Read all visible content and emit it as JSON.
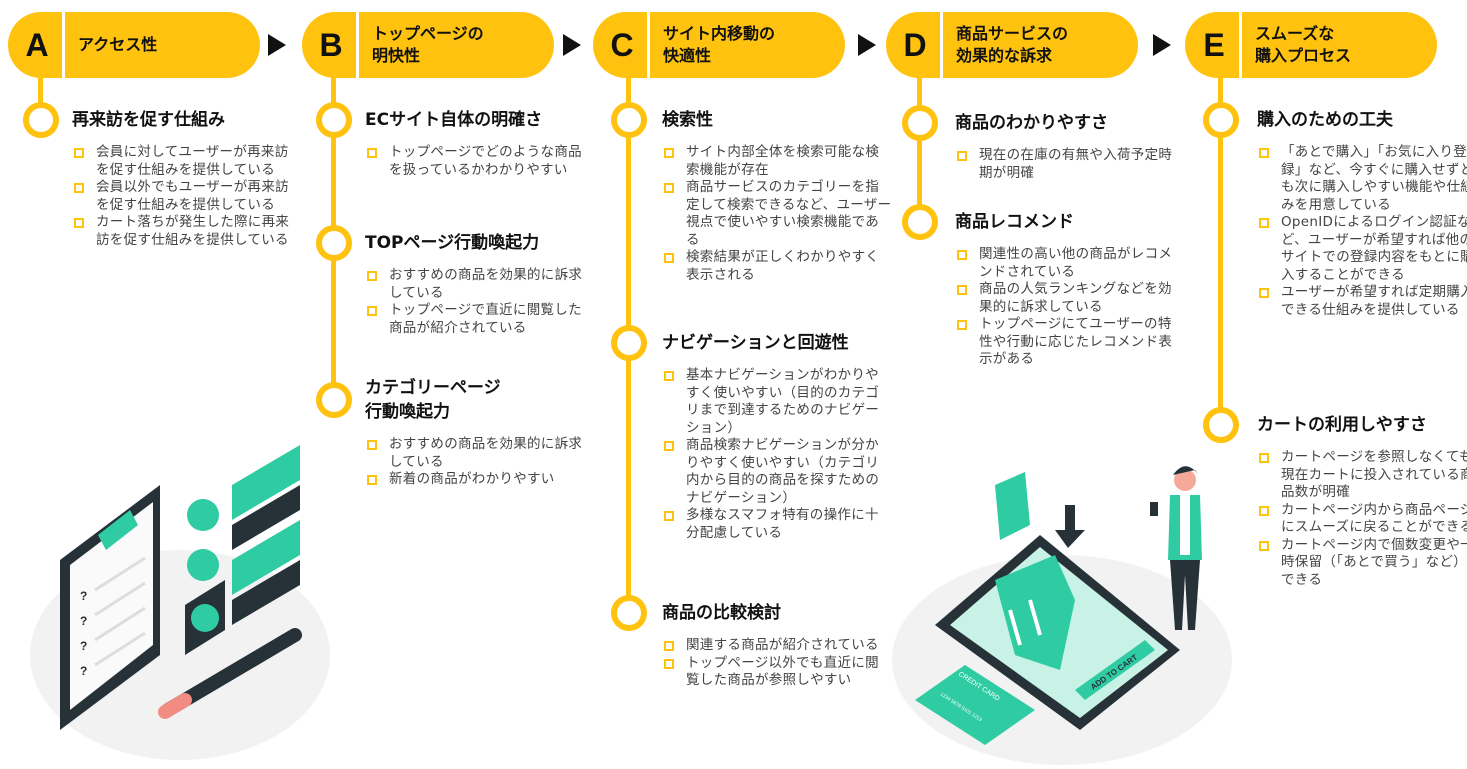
{
  "colors": {
    "accent": "#FFC20E",
    "teal": "#2FCBA3",
    "dark": "#263238"
  },
  "columns": [
    {
      "letter": "A",
      "title": "アクセス性",
      "sections": [
        {
          "heading": "再来訪を促す仕組み",
          "items": [
            "会員に対してユーザーが再来訪を促す仕組みを提供している",
            "会員以外でもユーザーが再来訪を促す仕組みを提供している",
            "カート落ちが発生した際に再来訪を促す仕組みを提供している"
          ]
        }
      ]
    },
    {
      "letter": "B",
      "title": "トップページの\n明快性",
      "sections": [
        {
          "heading": "ECサイト自体の明確さ",
          "items": [
            "トップページでどのような商品を扱っているかわかりやすい"
          ]
        },
        {
          "heading": "TOPページ行動喚起力",
          "items": [
            "おすすめの商品を効果的に訴求している",
            "トップページで直近に閲覧した商品が紹介されている"
          ]
        },
        {
          "heading": "カテゴリーページ\n行動喚起力",
          "items": [
            "おすすめの商品を効果的に訴求している",
            "新着の商品がわかりやすい"
          ]
        }
      ]
    },
    {
      "letter": "C",
      "title": "サイト内移動の\n快適性",
      "sections": [
        {
          "heading": "検索性",
          "items": [
            "サイト内部全体を検索可能な検索機能が存在",
            "商品サービスのカテゴリーを指定して検索できるなど、ユーザー視点で使いやすい検索機能である",
            "検索結果が正しくわかりやすく表示される"
          ]
        },
        {
          "heading": "ナビゲーションと回遊性",
          "items": [
            "基本ナビゲーションがわかりやすく使いやすい（目的のカテゴリまで到達するためのナビゲーション）",
            "商品検索ナビゲーションが分かりやすく使いやすい（カテゴリ内から目的の商品を探すためのナビゲーション）",
            "多様なスマフォ特有の操作に十分配慮している"
          ]
        },
        {
          "heading": "商品の比較検討",
          "items": [
            "関連する商品が紹介されている",
            "トップページ以外でも直近に閲覧した商品が参照しやすい"
          ]
        }
      ]
    },
    {
      "letter": "D",
      "title": "商品サービスの\n効果的な訴求",
      "sections": [
        {
          "heading": "商品のわかりやすさ",
          "items": [
            "現在の在庫の有無や入荷予定時期が明確"
          ]
        },
        {
          "heading": "商品レコメンド",
          "items": [
            "関連性の高い他の商品がレコメンドされている",
            "商品の人気ランキングなどを効果的に訴求している",
            "トップページにてユーザーの特性や行動に応じたレコメンド表示がある"
          ]
        }
      ]
    },
    {
      "letter": "E",
      "title": "スムーズな\n購入プロセス",
      "sections": [
        {
          "heading": "購入のための工夫",
          "items": [
            "「あとで購入」「お気に入り登録」など、今すぐに購入せずとも次に購入しやすい機能や仕組みを用意している",
            "OpenIDによるログイン認証など、ユーザーが希望すれば他のサイトでの登録内容をもとに購入することができる",
            "ユーザーが希望すれば定期購入できる仕組みを提供している"
          ]
        },
        {
          "heading": "カートの利用しやすさ",
          "items": [
            "カートページを参照しなくても、現在カートに投入されている商品数が明確",
            "カートページ内から商品ページにスムーズに戻ることができる",
            "カートページ内で個数変更や一時保留（「あとで買う」など）ができる"
          ]
        }
      ]
    }
  ],
  "illustration": {
    "card_label": "CREDIT CARD",
    "card_number": "1234 5678 9101 1213",
    "cart_button": "ADD TO CART"
  }
}
